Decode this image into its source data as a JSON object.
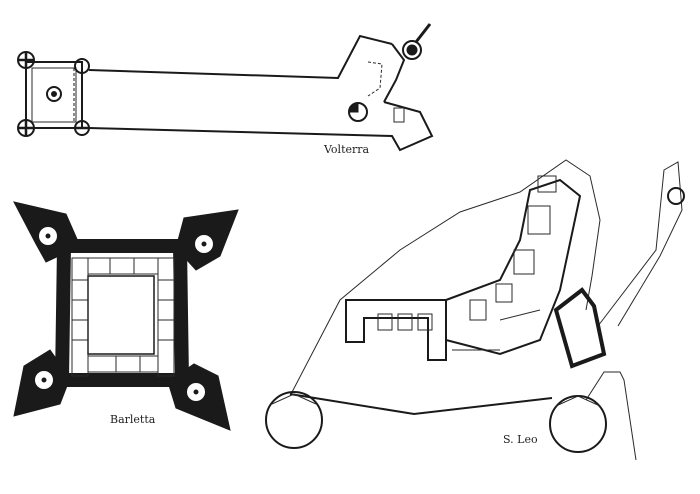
{
  "colors": {
    "ink": "#1a1a1a",
    "paper": "#ffffff"
  },
  "plans": [
    {
      "id": "volterra",
      "label": "Volterra"
    },
    {
      "id": "barletta",
      "label": "Barletta"
    },
    {
      "id": "sanleo",
      "label": "S. Leo"
    }
  ]
}
